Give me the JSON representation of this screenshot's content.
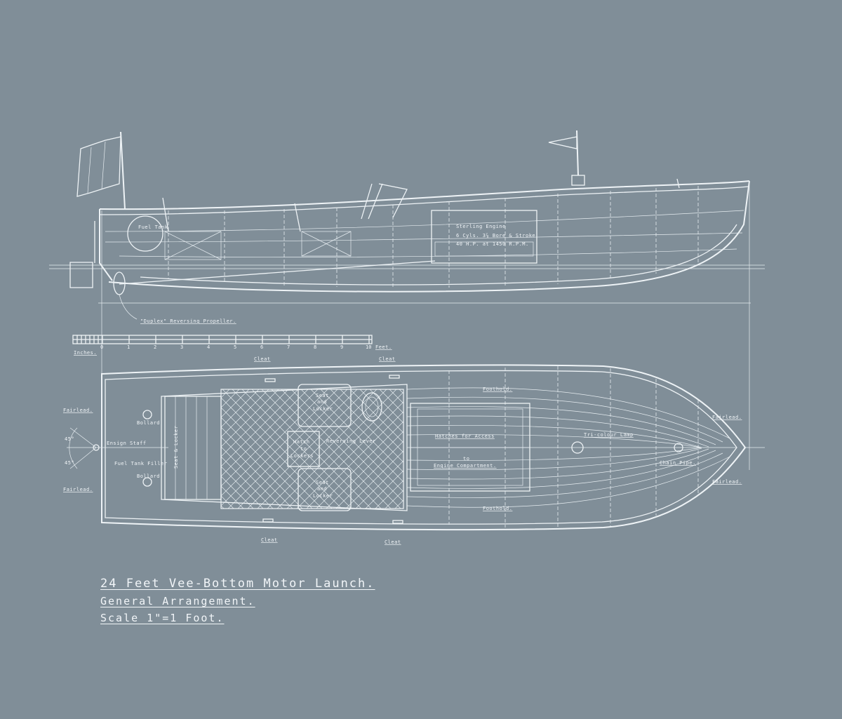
{
  "title": {
    "line1": "24 Feet Vee-Bottom Motor Launch.",
    "line2": "General Arrangement.",
    "line3": "Scale 1\"=1 Foot."
  },
  "elevation_labels": {
    "fuel_tank": "Fuel Tank",
    "engine_1": "Sterling Engine",
    "engine_2": "6 Cyls. 3⅞ Bore & Stroke",
    "engine_3": "40 H.P. at 1450 R.P.M.",
    "propeller": "\"Duplex\" Reversing Propeller."
  },
  "scale_bar": {
    "ticks": [
      "0",
      "1",
      "2",
      "3",
      "4",
      "5",
      "6",
      "7",
      "8",
      "9",
      "10"
    ],
    "feet_label": "Feet.",
    "inches_label": "Inches."
  },
  "plan_labels": {
    "cleat_top_left": "Cleat",
    "cleat_top_right": "Cleat",
    "cleat_bottom_left": "Cleat",
    "cleat_bottom_right": "Cleat",
    "foothold_top": "Foothold.",
    "foothold_bottom": "Foothold.",
    "fairlead_stern_top": "Fairlead.",
    "fairlead_stern_bottom": "Fairlead.",
    "fairlead_bow_top": "Fairlead.",
    "fairlead_bow_bottom": "Fairlead.",
    "bollard_top": "Bollard",
    "bollard_bottom": "Bollard",
    "ensign_staff": "Ensign Staff",
    "fuel_tank_filler": "Fuel Tank Filler",
    "seat_locker_top_1": "Seat",
    "seat_locker_top_2": "and",
    "seat_locker_top_3": "Locker",
    "seat_locker_bottom_1": "Seat",
    "seat_locker_bottom_2": "and",
    "seat_locker_bottom_3": "Locker",
    "seat_locker_aft": "Seat & Locker",
    "hatch_1": "Hatch",
    "hatch_2": "to",
    "hatch_3": "Lockers",
    "reversing_lever": "Reversing Lever",
    "hatches_1": "Hatches for Access",
    "hatches_2": "to",
    "hatches_3": "Engine Compartment.",
    "tri_colour_lamp": "Tri-colour Lamp",
    "chain_pipe": "Chain Pipe.",
    "angle_top": "45°",
    "angle_bottom": "45°"
  }
}
